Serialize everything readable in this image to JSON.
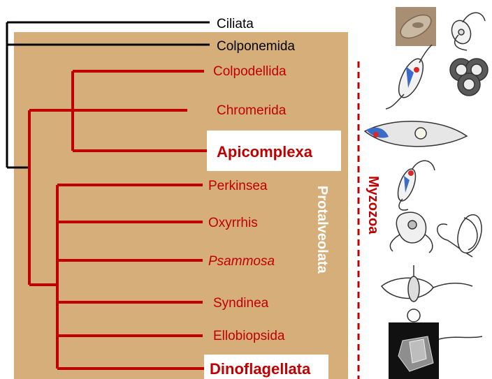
{
  "colors": {
    "background": "#ffffff",
    "alveolate_box": "#d6ae7a",
    "myzozoan_branch": "#c00000",
    "outgroup_branch": "#000000",
    "taxon_red_text": "#c00000",
    "group_label_red": "#c00000",
    "protalveolata_label": "#ffffff"
  },
  "tree": {
    "taxa": [
      {
        "id": "ciliata",
        "label": "Ciliata",
        "style": "outgroup"
      },
      {
        "id": "colponemida",
        "label": "Colponemida",
        "style": "outgroup"
      },
      {
        "id": "colpodellida",
        "label": "Colpodellida",
        "style": "red"
      },
      {
        "id": "chromerida",
        "label": "Chromerida",
        "style": "red"
      },
      {
        "id": "apicomplexa",
        "label": "Apicomplexa",
        "style": "highlight"
      },
      {
        "id": "perkinsea",
        "label": "Perkinsea",
        "style": "red"
      },
      {
        "id": "oxyrrhis",
        "label": "Oxyrrhis",
        "style": "red"
      },
      {
        "id": "psammosa",
        "label": "Psammosa",
        "style": "red-italic"
      },
      {
        "id": "syndinea",
        "label": "Syndinea",
        "style": "red"
      },
      {
        "id": "ellobiopsida",
        "label": "Ellobiopsida",
        "style": "red"
      },
      {
        "id": "dinoflagellata",
        "label": "Dinoflagellata",
        "style": "highlight"
      }
    ]
  },
  "group_labels": {
    "protalveolata": "Protalveolata",
    "myzozoa": "Myzozoa"
  },
  "illustrations": [
    {
      "name": "ciliate-micrograph-icon"
    },
    {
      "name": "colponemid-cell-icon"
    },
    {
      "name": "colpodellid-cell-icon"
    },
    {
      "name": "chromerid-cyst-icon"
    },
    {
      "name": "apicomplexan-zoite-icon"
    },
    {
      "name": "perkinsid-zoospore-icon"
    },
    {
      "name": "oxyrrhis-cell-icon"
    },
    {
      "name": "psammosa-cell-icon"
    },
    {
      "name": "syndinean-cell-icon"
    },
    {
      "name": "ellobiopsid-cell-icon"
    },
    {
      "name": "dinoflagellate-micrograph-icon"
    }
  ]
}
